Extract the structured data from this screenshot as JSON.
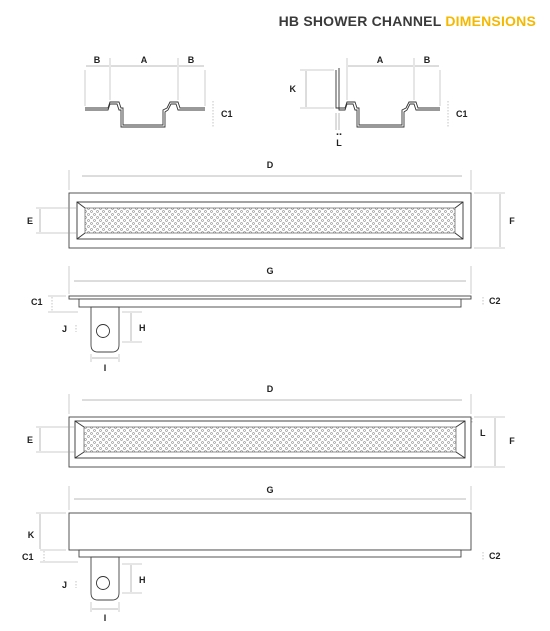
{
  "header": {
    "title_main": "HB SHOWER CHANNEL",
    "title_accent": "DIMENSIONS"
  },
  "colors": {
    "accent": "#f5b800",
    "text": "#3a3a3a"
  },
  "labels": {
    "A": "A",
    "B": "B",
    "C1": "C1",
    "C2": "C2",
    "D": "D",
    "E": "E",
    "F": "F",
    "G": "G",
    "H": "H",
    "I": "I",
    "J": "J",
    "K": "K",
    "L": "L"
  }
}
